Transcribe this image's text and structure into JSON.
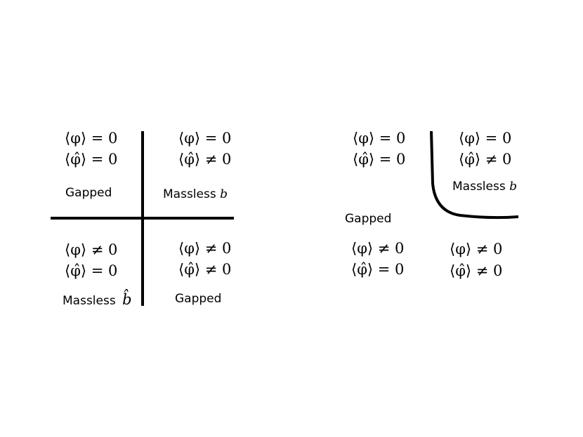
{
  "left_panel": {
    "top_left": {
      "expr1": "⟨φ⟩ = 0",
      "expr2": "⟨φ̂⟩ = 0",
      "label": "Gapped"
    },
    "top_right": {
      "expr1": "⟨φ⟩ = 0",
      "expr2": "⟨φ̂⟩ ≠ 0",
      "label": "Massless",
      "label_var": "b"
    },
    "bottom_left": {
      "expr1": "⟨φ⟩ ≠ 0",
      "expr2": "⟨φ̂⟩ = 0",
      "label": "Massless",
      "label_var": "b̂"
    },
    "bottom_right": {
      "expr1": "⟨φ⟩ ≠ 0",
      "expr2": "⟨φ̂⟩ ≠ 0",
      "label": "Gapped"
    }
  },
  "right_panel": {
    "top_left": {
      "expr1": "⟨φ⟩ = 0",
      "expr2": "⟨φ̂⟩ = 0"
    },
    "top_right": {
      "expr1": "⟨φ⟩ = 0",
      "expr2": "⟨φ̂⟩ ≠ 0",
      "label": "Massless",
      "label_var": "b"
    },
    "gapped_label": "Gapped",
    "bottom_left": {
      "expr1": "⟨φ⟩ ≠ 0",
      "expr2": "⟨φ̂⟩ = 0"
    },
    "bottom_right": {
      "expr1": "⟨φ⟩ ≠ 0",
      "expr2": "⟨φ̂⟩ ≠ 0"
    }
  }
}
